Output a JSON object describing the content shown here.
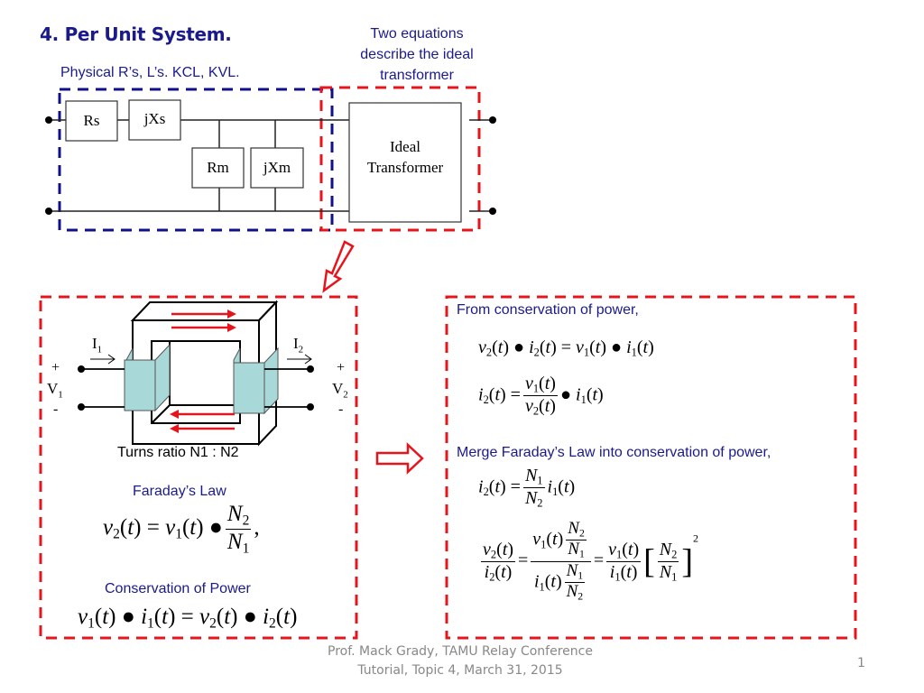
{
  "slide": {
    "title": "4.  Per Unit System.",
    "note_physical": "Physical R’s, L’s.  KCL, KVL.",
    "note_two_equations": [
      "Two equations",
      "describe the ideal",
      "transformer"
    ],
    "circuit": {
      "rs": "Rs",
      "jxs": "jXs",
      "rm": "Rm",
      "jxm": "jXm",
      "ideal": [
        "Ideal",
        "Transformer"
      ]
    },
    "transformer": {
      "i1": "I",
      "i1_sub": "1",
      "i2": "I",
      "i2_sub": "2",
      "v1": "V",
      "v1_sub": "1",
      "v2": "V",
      "v2_sub": "2",
      "plus": "+",
      "minus": "-",
      "turns_ratio": "Turns ratio N1 : N2"
    },
    "faraday_label": "Faraday’s Law",
    "conservation_label": "Conservation of Power",
    "right_box": {
      "heading1": "From conservation of power,",
      "heading2": "Merge Faraday’s Law into conservation of power,"
    },
    "footer": [
      "Prof. Mack Grady, TAMU Relay Conference",
      "Tutorial, Topic 4, March 31, 2015"
    ],
    "page_number": "1",
    "colors": {
      "accent_blue": "#1a1a8c",
      "dash_red": "#e8141c",
      "dash_blue": "#10108a",
      "core_fill": "#a8d8d8"
    }
  }
}
